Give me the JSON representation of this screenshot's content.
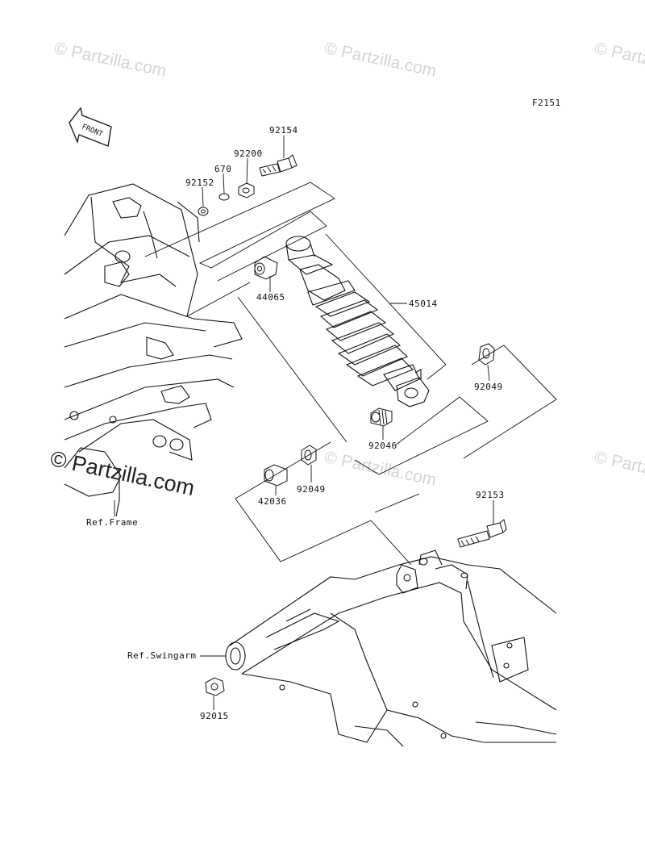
{
  "figure_code": "F2151",
  "front_arrow_label": "FRONT",
  "watermark": "© Partzilla.com",
  "refs": {
    "frame": "Ref.Frame",
    "swingarm": "Ref.Swingarm"
  },
  "parts": {
    "p92154": "92154",
    "p92200": "92200",
    "p670": "670",
    "p92152": "92152",
    "p44065": "44065",
    "p45014": "45014",
    "p92049a": "92049",
    "p92046": "92046",
    "p92049b": "92049",
    "p42036": "42036",
    "p92153": "92153",
    "p92015": "92015"
  }
}
